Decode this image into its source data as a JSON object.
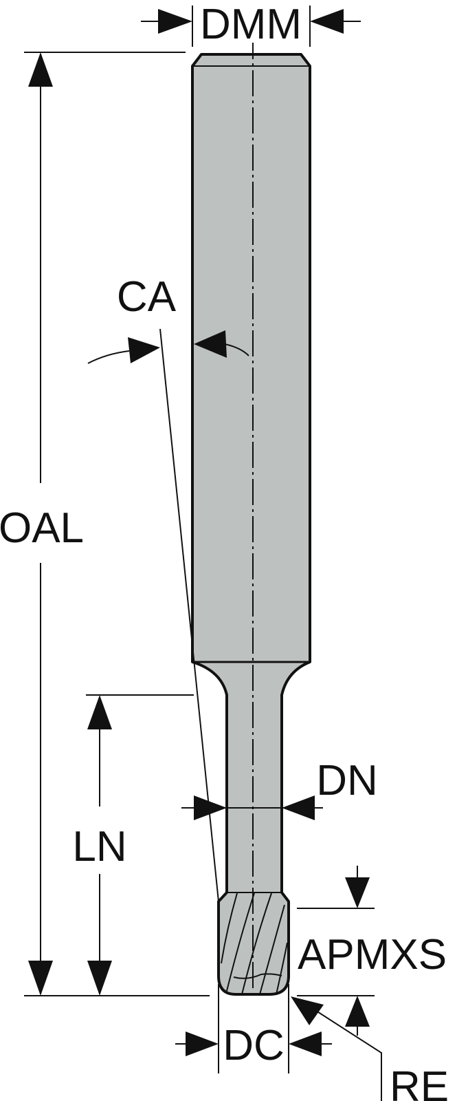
{
  "labels": {
    "dmm": "DMM",
    "ca": "CA",
    "oal": "OAL",
    "dn": "DN",
    "ln": "LN",
    "apmxs": "APMXS",
    "dc": "DC",
    "re": "RE"
  },
  "colors": {
    "tool_fill": "#bdc2c0",
    "outline": "#111111",
    "background": "#ffffff"
  }
}
